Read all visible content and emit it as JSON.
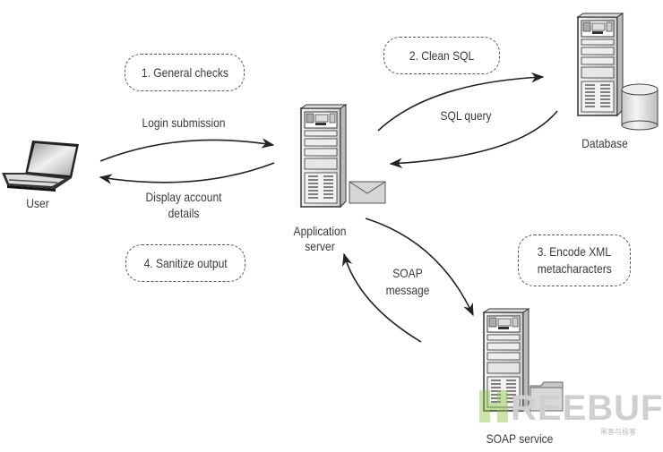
{
  "diagram": {
    "nodes": {
      "user": {
        "label": "User",
        "icon": "laptop-icon"
      },
      "app_server": {
        "label_line1": "Application",
        "label_line2": "server",
        "icon": "server-tower-icon"
      },
      "database": {
        "label": "Database",
        "icon": "server-tower-icon"
      },
      "soap_service": {
        "label": "SOAP service",
        "icon": "server-tower-icon"
      }
    },
    "edges": {
      "login": {
        "label": "Login submission",
        "from": "User",
        "to": "Application server"
      },
      "display": {
        "label_line1": "Display account",
        "label_line2": "details",
        "from": "Application server",
        "to": "User"
      },
      "sql_query": {
        "label": "SQL query",
        "from": "Application server",
        "to": "Database",
        "bidirectional": true
      },
      "soap": {
        "label_line1": "SOAP",
        "label_line2": "message",
        "from": "Application server",
        "to": "SOAP service",
        "bidirectional": true
      }
    },
    "steps": [
      {
        "text": "1. General checks"
      },
      {
        "text": "2. Clean SQL"
      },
      {
        "text_line1": "3. Encode XML",
        "text_line2": "metacharacters"
      },
      {
        "text": "4. Sanitize output"
      }
    ],
    "watermark": {
      "text": "REEBUF",
      "subtext": "黑客与极客",
      "accent": "#8cc63f"
    }
  }
}
